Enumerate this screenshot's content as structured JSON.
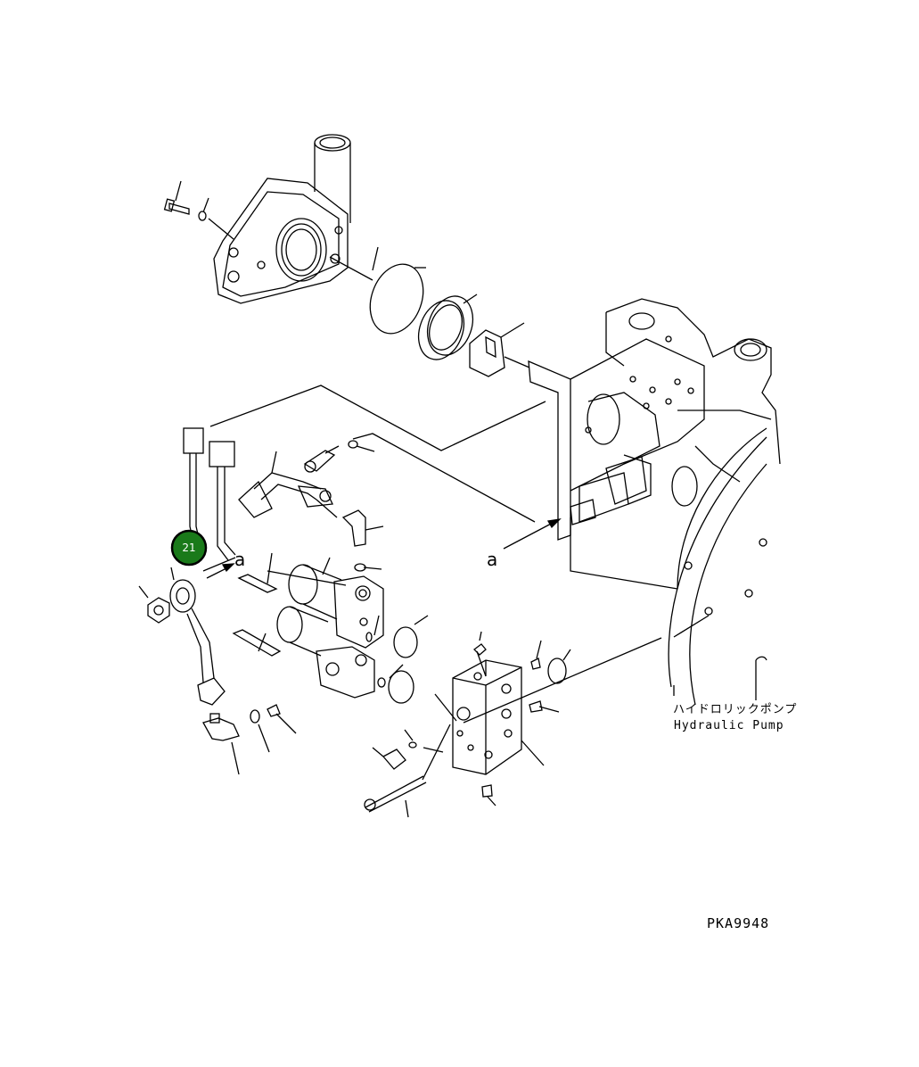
{
  "diagram": {
    "callouts": [
      {
        "number": "21",
        "color": "#1a7a1a"
      }
    ],
    "view_label_left": "a",
    "view_label_right": "a",
    "pump_label_jp": "ハイドロリックポンプ",
    "pump_label_en": "Hydraulic Pump",
    "drawing_code": "PKA9948"
  }
}
